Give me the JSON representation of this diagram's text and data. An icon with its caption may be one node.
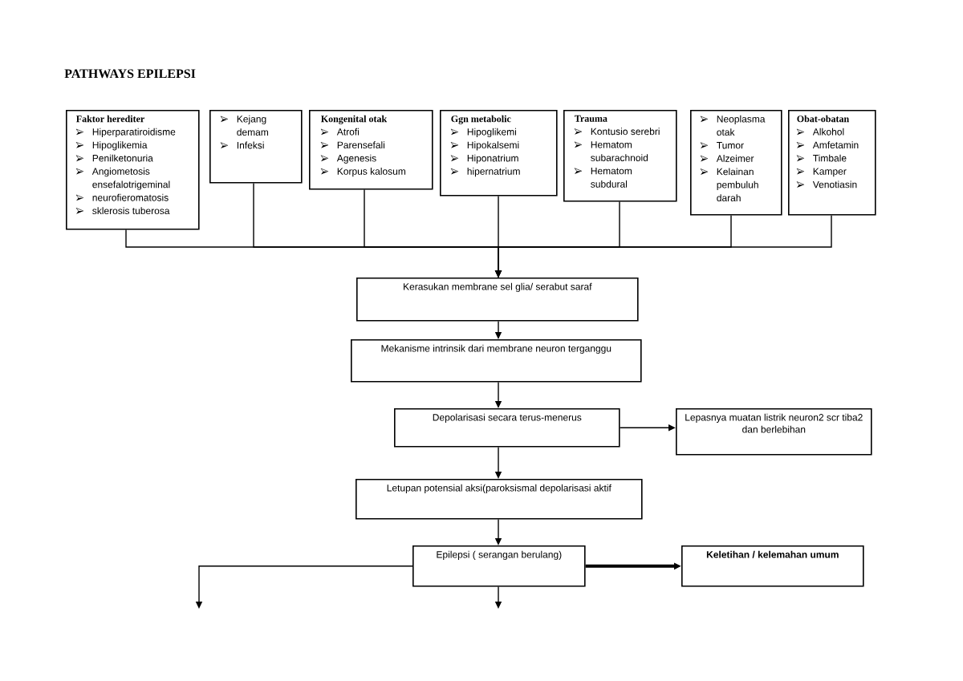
{
  "diagram": {
    "title": "PATHWAYS EPILEPSI",
    "nodes": [
      {
        "text": [
          "Faktor herediter",
          "Hiperparatiroidisme",
          "Hipoglikemia",
          "Penilketonuria",
          "Angiometosis ensefalotrigeminal",
          "neurofieromatosis",
          "sklerosis tuberosa"
        ]
      },
      {
        "text": [
          "Kejang demam",
          "Infeksi"
        ]
      },
      {
        "text": [
          "Kongenital otak",
          "Atrofi",
          "Parensefali",
          "Agenesis",
          "Korpus kalosum"
        ]
      },
      {
        "text": [
          "Ggn metabolic",
          "Hipoglikemi",
          "Hipokalsemi",
          "Hiponatrium",
          "hipernatrium"
        ]
      },
      {
        "text": [
          "Trauma",
          "Kontusio serebri",
          "Hematom subarachnoid",
          "Hematom subdural"
        ]
      },
      {
        "text": [
          "Neoplasma otak",
          "Tumor",
          "Alzeimer",
          "Kelainan pembuluh darah"
        ]
      },
      {
        "text": [
          "Obat-obatan",
          "Alkohol",
          "Amfetamin",
          "Timbale",
          "Kamper",
          "Venotiasin"
        ]
      },
      {
        "text": [
          "Kerasukan membrane sel glia/ serabut saraf"
        ]
      },
      {
        "text": [
          "Mekanisme intrinsik dari membrane neuron terganggu"
        ]
      },
      {
        "text": [
          "Depolarisasi secara terus-menerus"
        ]
      },
      {
        "text": [
          "Lepasnya muatan listrik neuron2 scr tiba2 dan berlebihan"
        ]
      },
      {
        "text": [
          "Letupan potensial aksi(paroksismal depolarisasi aktif"
        ]
      },
      {
        "text": [
          "Epilepsi ( serangan berulang)"
        ]
      },
      {
        "text": [
          "Keletihan / kelemahan umum"
        ]
      }
    ],
    "edges": [
      {
        "from": 0,
        "to": 7,
        "arrow": "to"
      },
      {
        "from": 1,
        "to": 7,
        "arrow": "to"
      },
      {
        "from": 2,
        "to": 7,
        "arrow": "to"
      },
      {
        "from": 3,
        "to": 7,
        "arrow": "to"
      },
      {
        "from": 4,
        "to": 7,
        "arrow": "to"
      },
      {
        "from": 5,
        "to": 7,
        "arrow": "to"
      },
      {
        "from": 6,
        "to": 7,
        "arrow": "to"
      },
      {
        "from": 7,
        "to": 8,
        "arrow": "to"
      },
      {
        "from": 8,
        "to": 9,
        "arrow": "to"
      },
      {
        "from": 9,
        "to": 10,
        "arrow": "to"
      },
      {
        "from": 9,
        "to": 11,
        "arrow": "to"
      },
      {
        "from": 11,
        "to": 12,
        "arrow": "to"
      },
      {
        "from": 12,
        "to": 13,
        "arrow": "to",
        "style": "thick"
      },
      {
        "from": 12,
        "to": null,
        "arrow": "to"
      },
      {
        "from": 12,
        "to": null,
        "arrow": "to"
      }
    ]
  }
}
